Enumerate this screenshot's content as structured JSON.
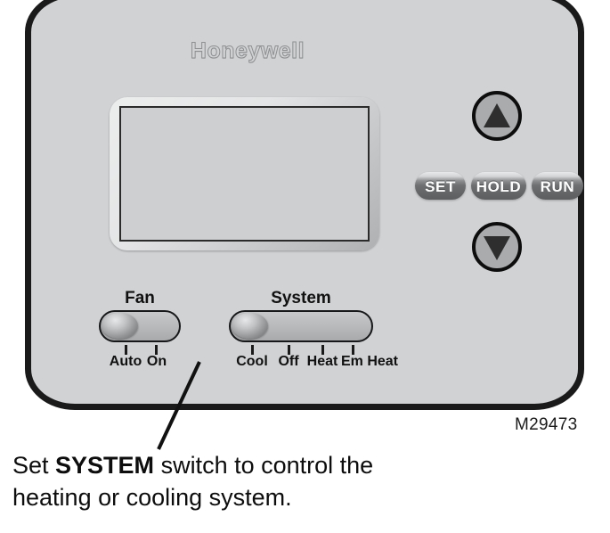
{
  "device": {
    "brand": "Honeywell",
    "figure_number": "M29473",
    "display": {
      "content": ""
    },
    "buttons": {
      "up": "up-arrow",
      "down": "down-arrow",
      "set": "SET",
      "hold": "HOLD",
      "run": "RUN"
    },
    "switches": [
      {
        "name": "fan",
        "title": "Fan",
        "positions": [
          "Auto",
          "On"
        ],
        "selected": "Auto"
      },
      {
        "name": "system",
        "title": "System",
        "positions": [
          "Cool",
          "Off",
          "Heat",
          "Em Heat"
        ],
        "selected": "Cool"
      }
    ]
  },
  "caption": {
    "line1_prefix": "Set ",
    "line1_bold": "SYSTEM",
    "line1_suffix": " switch to control the",
    "line2": "heating or cooling system."
  },
  "colors": {
    "housing_fill": "#d0d2d4",
    "housing_border": "#1a1a1a",
    "lcd_screen": "#cdcfd1",
    "pill_button": "#646668",
    "background": "#ffffff"
  }
}
